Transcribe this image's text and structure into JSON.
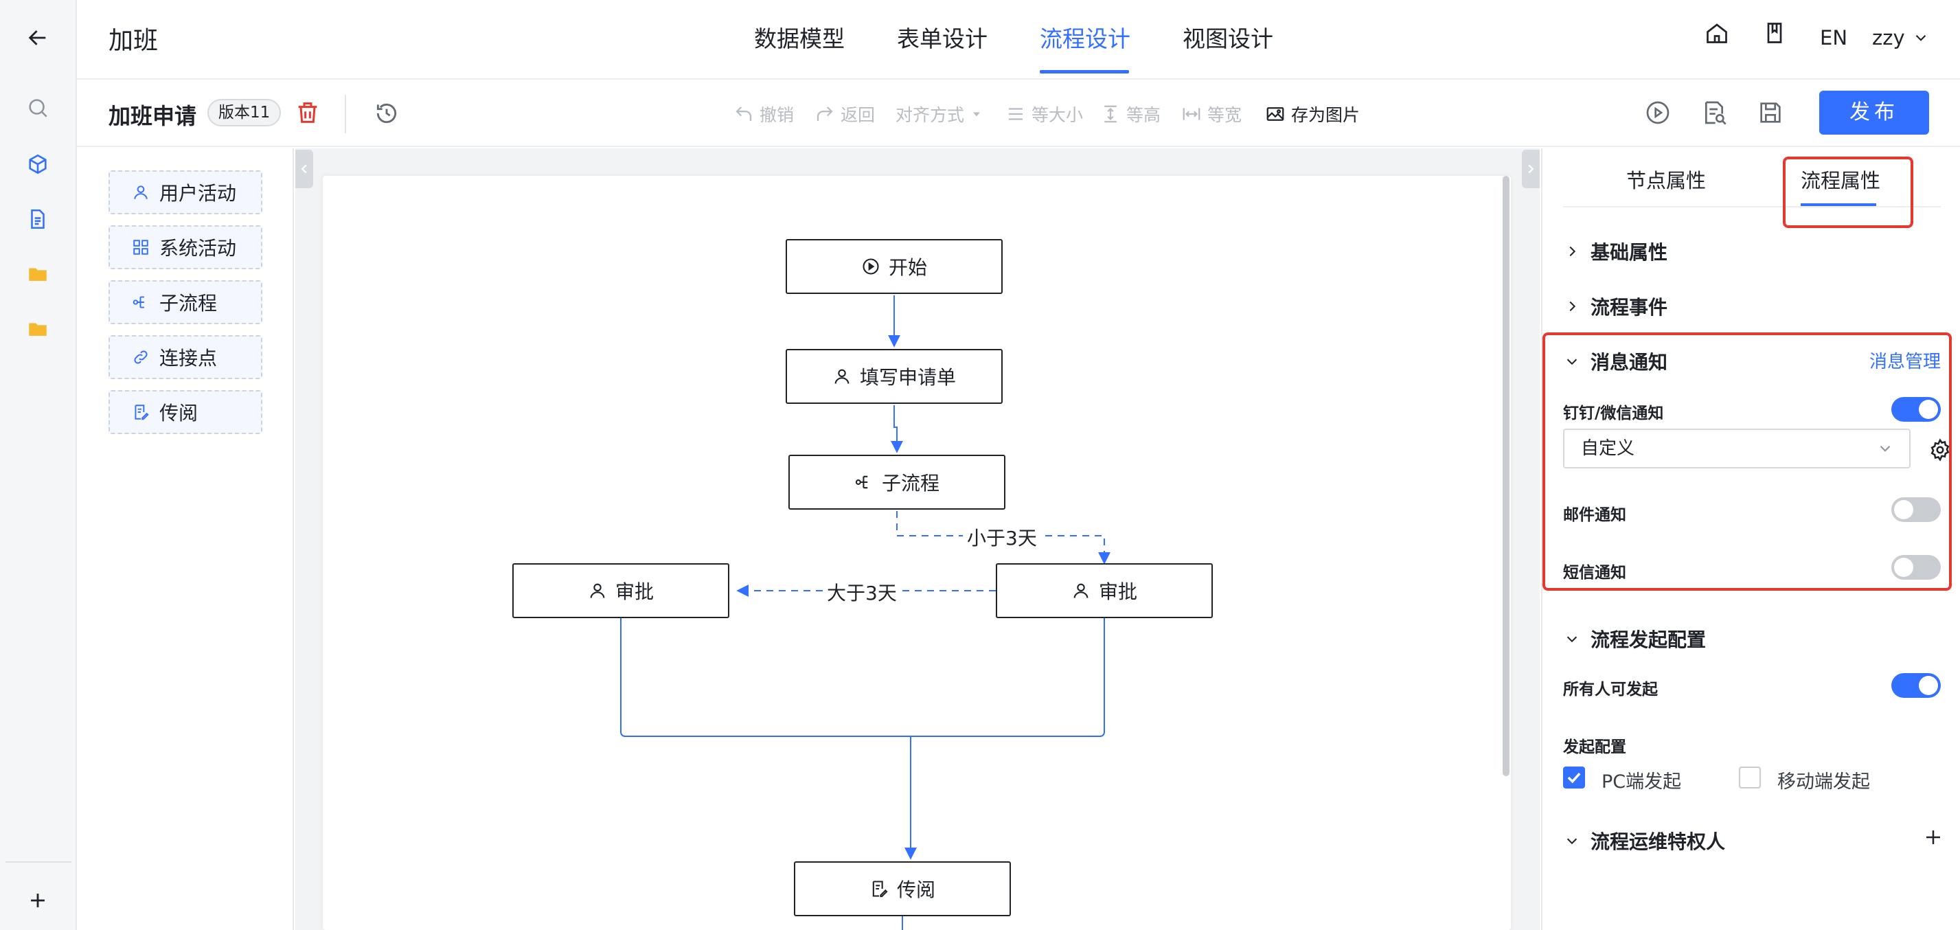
{
  "app": {
    "title": "加班",
    "tabs": [
      {
        "label": "数据模型"
      },
      {
        "label": "表单设计"
      },
      {
        "label": "流程设计",
        "active": true
      },
      {
        "label": "视图设计"
      }
    ],
    "lang": "EN",
    "user": "zzy"
  },
  "toolbar": {
    "form_name": "加班申请",
    "version": "版本11",
    "undo": "撤销",
    "redo": "返回",
    "align": "对齐方式",
    "same_size": "等大小",
    "same_height": "等高",
    "same_width": "等宽",
    "save_image": "存为图片",
    "publish": "发布"
  },
  "palette": {
    "items": [
      {
        "label": "用户活动",
        "icon": "user-icon"
      },
      {
        "label": "系统活动",
        "icon": "grid-icon"
      },
      {
        "label": "子流程",
        "icon": "subflow-icon"
      },
      {
        "label": "连接点",
        "icon": "link-icon"
      },
      {
        "label": "传阅",
        "icon": "circulate-icon"
      }
    ]
  },
  "flow": {
    "nodes": {
      "start": "开始",
      "fill": "填写申请单",
      "subflow": "子流程",
      "approve_left": "审批",
      "approve_right": "审批",
      "circulate": "传阅"
    },
    "edges": {
      "lt3": "小于3天",
      "gt3": "大于3天"
    }
  },
  "panel": {
    "tabs": [
      {
        "label": "节点属性"
      },
      {
        "label": "流程属性",
        "active": true
      }
    ],
    "sections": {
      "basic": "基础属性",
      "events": "流程事件",
      "notify": "消息通知",
      "launch": "流程发起配置",
      "privileged": "流程运维特权人"
    },
    "notify": {
      "manage": "消息管理",
      "dingtalk_label": "钉钉/微信通知",
      "dingtalk_on": true,
      "select_value": "自定义",
      "email_label": "邮件通知",
      "email_on": false,
      "sms_label": "短信通知",
      "sms_on": false
    },
    "launch": {
      "everyone_label": "所有人可发起",
      "everyone_on": true,
      "config_label": "发起配置",
      "pc_label": "PC端发起",
      "pc_checked": true,
      "mobile_label": "移动端发起",
      "mobile_checked": false
    }
  },
  "colors": {
    "accent": "#3370ff",
    "highlight": "#e5392f",
    "danger": "#e5392f"
  }
}
